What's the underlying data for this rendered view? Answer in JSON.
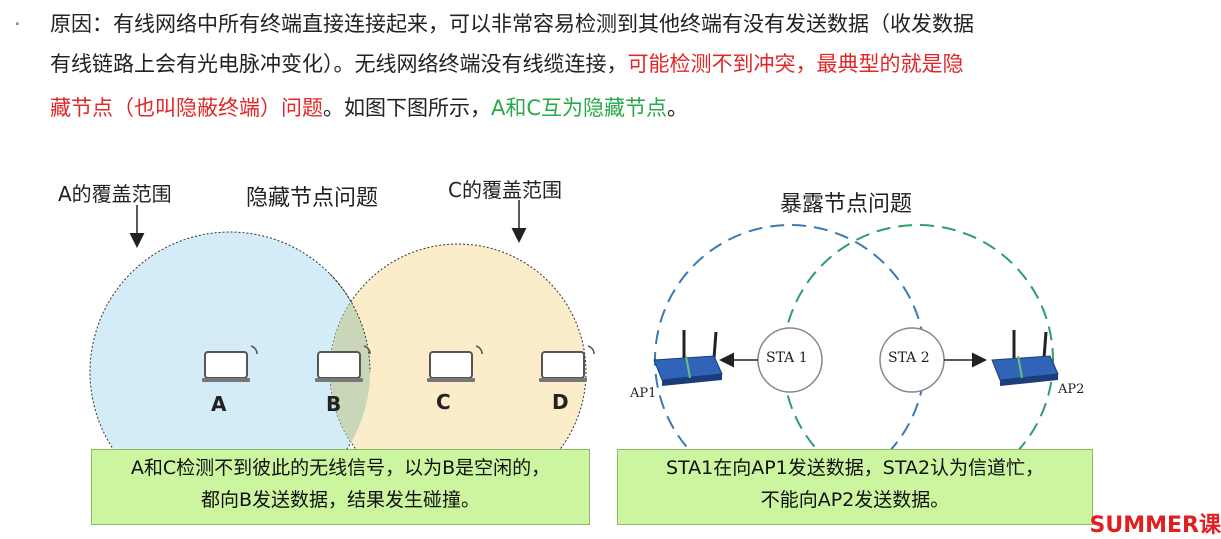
{
  "paragraph": {
    "bullet": "·",
    "line1": "原因：有线网络中所有终端直接连接起来，可以非常容易检测到其他终端有没有发送数据（收发数据",
    "line2_plain": "有线链路上会有光电脉冲变化）。无线网络终端没有线缆连接，",
    "line2_red": "可能检测不到冲突，最典型的就是隐",
    "line3_red": "藏节点（也叫隐蔽终端）问题",
    "line3_plain": "。如图下图所示，",
    "line3_green": "A和C互为隐藏节点",
    "line3_end": "。"
  },
  "hidden_diagram": {
    "label_a_range": "A的覆盖范围",
    "title": "隐藏节点问题",
    "label_c_range": "C的覆盖范围",
    "nodes": [
      "A",
      "B",
      "C",
      "D"
    ],
    "caption_line1": "A和C检测不到彼此的无线信号，以为B是空闲的，",
    "caption_line2": "都向B发送数据，结果发生碰撞。",
    "colors": {
      "a_range": "#d4ecf8",
      "c_range": "#fbedc9",
      "overlap": "#c9d7b8",
      "caption_bg": "#ccf5a0"
    }
  },
  "exposed_diagram": {
    "title": "暴露节点问题",
    "sta1": "STA 1",
    "sta2": "STA 2",
    "ap1": "AP1",
    "ap2": "AP2",
    "caption_line1": "STA1在向AP1发送数据，STA2认为信道忙，",
    "caption_line2": "不能向AP2发送数据。",
    "colors": {
      "circle_left": "#3a7ab0",
      "circle_right": "#2e9e68"
    }
  },
  "watermark": "SUMMER课"
}
